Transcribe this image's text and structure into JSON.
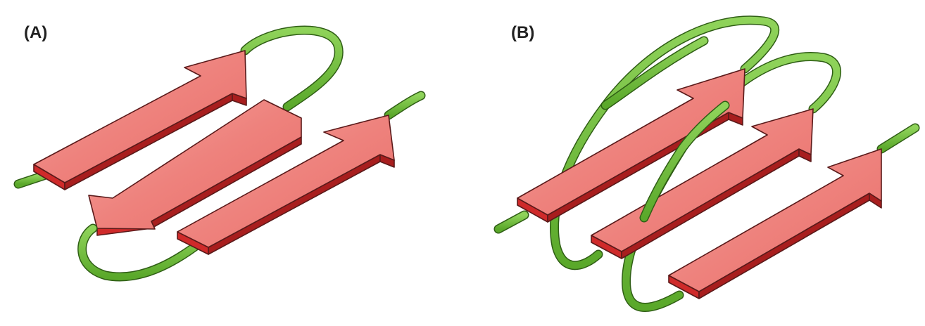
{
  "panels": [
    {
      "label": "(A)",
      "description_kind": "antiparallel"
    },
    {
      "label": "(B)",
      "description_kind": "parallel"
    }
  ],
  "colors": {
    "strand_top": "#f08a86",
    "strand_side": "#cf2a2a",
    "loop": "#6fbe3c",
    "outline": "#5a1a1a"
  }
}
